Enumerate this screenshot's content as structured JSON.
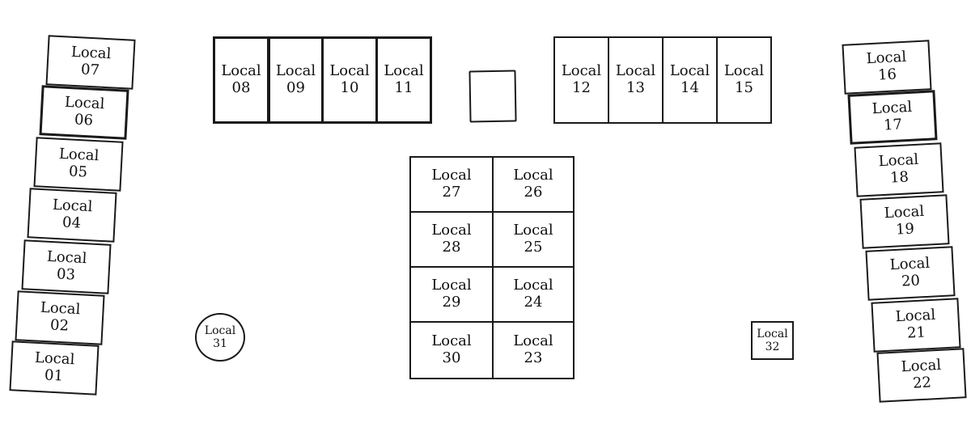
{
  "lots": [
    {
      "id": "07",
      "line1": "Local",
      "line2": "07"
    },
    {
      "id": "06",
      "line1": "Local",
      "line2": "06"
    },
    {
      "id": "05",
      "line1": "Local",
      "line2": "05"
    },
    {
      "id": "04",
      "line1": "Local",
      "line2": "04"
    },
    {
      "id": "03",
      "line1": "Local",
      "line2": "03"
    },
    {
      "id": "02",
      "line1": "Local",
      "line2": "02"
    },
    {
      "id": "01",
      "line1": "Local",
      "line2": "01"
    },
    {
      "id": "08",
      "line1": "Local",
      "line2": "08"
    },
    {
      "id": "09",
      "line1": "Local",
      "line2": "09"
    },
    {
      "id": "10",
      "line1": "Local",
      "line2": "10"
    },
    {
      "id": "11",
      "line1": "Local",
      "line2": "11"
    },
    {
      "id": "12",
      "line1": "Local",
      "line2": "12"
    },
    {
      "id": "13",
      "line1": "Local",
      "line2": "13"
    },
    {
      "id": "14",
      "line1": "Local",
      "line2": "14"
    },
    {
      "id": "15",
      "line1": "Local",
      "line2": "15"
    },
    {
      "id": "16",
      "line1": "Local",
      "line2": "16"
    },
    {
      "id": "17",
      "line1": "Local",
      "line2": "17"
    },
    {
      "id": "18",
      "line1": "Local",
      "line2": "18"
    },
    {
      "id": "19",
      "line1": "Local",
      "line2": "19"
    },
    {
      "id": "20",
      "line1": "Local",
      "line2": "20"
    },
    {
      "id": "21",
      "line1": "Local",
      "line2": "21"
    },
    {
      "id": "22",
      "line1": "Local",
      "line2": "22"
    },
    {
      "id": "27",
      "line1": "Local",
      "line2": "27"
    },
    {
      "id": "26",
      "line1": "Local",
      "line2": "26"
    },
    {
      "id": "28",
      "line1": "Local",
      "line2": "28"
    },
    {
      "id": "25",
      "line1": "Local",
      "line2": "25"
    },
    {
      "id": "29",
      "line1": "Local",
      "line2": "29"
    },
    {
      "id": "24",
      "line1": "Local",
      "line2": "24"
    },
    {
      "id": "30",
      "line1": "Local",
      "line2": "30"
    },
    {
      "id": "23",
      "line1": "Local",
      "line2": "23"
    },
    {
      "id": "31",
      "line1": "Local",
      "line2": "31"
    },
    {
      "id": "32",
      "line1": "Local",
      "line2": "32"
    }
  ],
  "colors": {
    "border": "#1a1a1a",
    "background": "#ffffff"
  }
}
